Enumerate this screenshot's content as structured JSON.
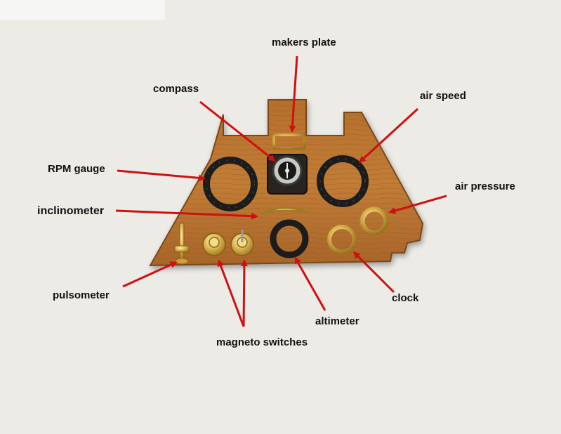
{
  "labels": {
    "makers_plate": "makers plate",
    "compass": "compass",
    "air_speed": "air speed",
    "rpm_gauge": "RPM gauge",
    "air_pressure": "air pressure",
    "inclinometer": "inclinometer",
    "pulsometer": "pulsometer",
    "clock": "clock",
    "altimeter": "altimeter",
    "magneto_switches": "magneto switches"
  },
  "colors": {
    "background": "#ecebe6",
    "panel_wood": "#b8732f",
    "panel_edge": "#7a4718",
    "gauge_ring": "#1c1c1c",
    "brass": "#d8b04a",
    "arrow": "#d01010",
    "text": "#111111"
  }
}
